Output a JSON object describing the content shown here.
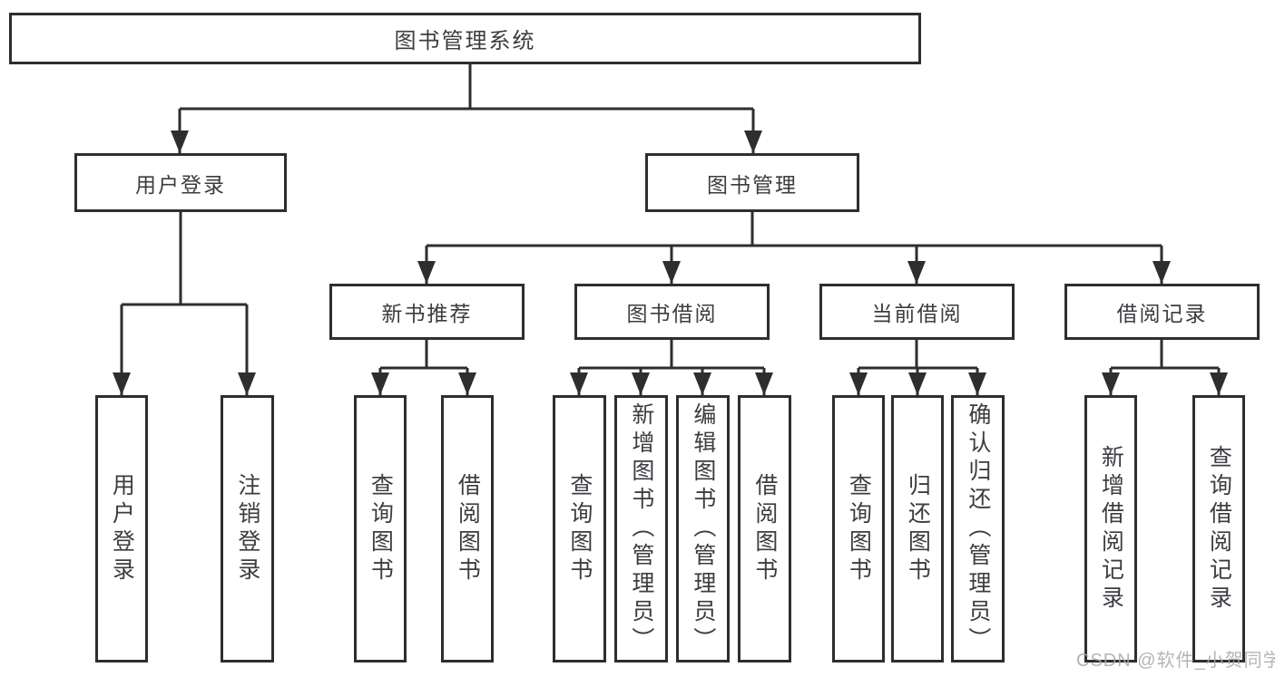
{
  "diagram_type": "hierarchy-tree",
  "tree": {
    "label": "图书管理系统",
    "children": [
      {
        "label": "用户登录",
        "children": [
          {
            "label": "用户登录"
          },
          {
            "label": "注销登录"
          }
        ]
      },
      {
        "label": "图书管理",
        "children": [
          {
            "label": "新书推荐",
            "children": [
              {
                "label": "查询图书"
              },
              {
                "label": "借阅图书"
              }
            ]
          },
          {
            "label": "图书借阅",
            "children": [
              {
                "label": "查询图书"
              },
              {
                "label": "新增图书（管理员）"
              },
              {
                "label": "编辑图书（管理员）"
              },
              {
                "label": "借阅图书"
              }
            ]
          },
          {
            "label": "当前借阅",
            "children": [
              {
                "label": "查询图书"
              },
              {
                "label": "归还图书"
              },
              {
                "label": "确认归还（管理员）"
              }
            ]
          },
          {
            "label": "借阅记录",
            "children": [
              {
                "label": "新增借阅记录"
              },
              {
                "label": "查询借阅记录"
              }
            ]
          }
        ]
      }
    ]
  },
  "watermark": "CSDN @软件_小贺同学",
  "colors": {
    "line": "#2e2e2e",
    "box_border": "#2e2e2e",
    "text": "#3c3c41",
    "background": "#ffffff",
    "watermark": "#a9a9a9"
  }
}
